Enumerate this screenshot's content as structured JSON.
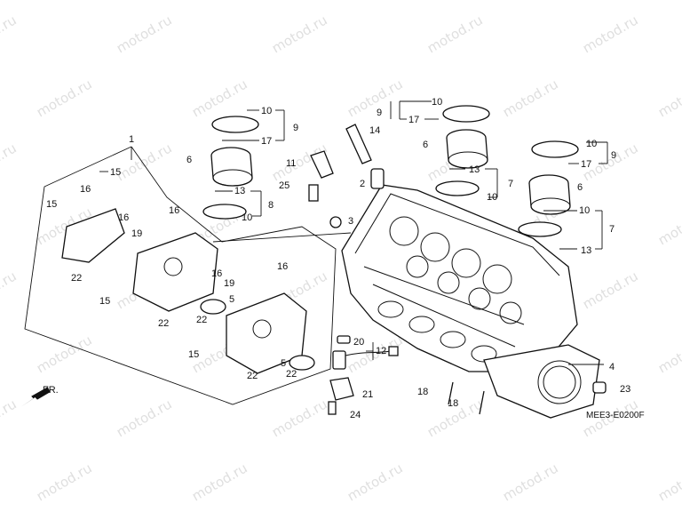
{
  "watermark": "motod.ru",
  "diagram_code": "MEE3-E0200F",
  "front_marker": "FR.",
  "callouts": [
    {
      "id": "c1",
      "text": "1"
    },
    {
      "id": "c2",
      "text": "2"
    },
    {
      "id": "c3",
      "text": "3"
    },
    {
      "id": "c4",
      "text": "4"
    },
    {
      "id": "c5a",
      "text": "5"
    },
    {
      "id": "c5b",
      "text": "5"
    },
    {
      "id": "c6a",
      "text": "6"
    },
    {
      "id": "c6b",
      "text": "6"
    },
    {
      "id": "c6c",
      "text": "6"
    },
    {
      "id": "c7a",
      "text": "7"
    },
    {
      "id": "c7b",
      "text": "7"
    },
    {
      "id": "c8",
      "text": "8"
    },
    {
      "id": "c9a",
      "text": "9"
    },
    {
      "id": "c9b",
      "text": "9"
    },
    {
      "id": "c9c",
      "text": "9"
    },
    {
      "id": "c10a",
      "text": "10"
    },
    {
      "id": "c10b",
      "text": "10"
    },
    {
      "id": "c10c",
      "text": "10"
    },
    {
      "id": "c10d",
      "text": "10"
    },
    {
      "id": "c10e",
      "text": "10"
    },
    {
      "id": "c10f",
      "text": "10"
    },
    {
      "id": "c11",
      "text": "11"
    },
    {
      "id": "c12",
      "text": "12"
    },
    {
      "id": "c13a",
      "text": "13"
    },
    {
      "id": "c13b",
      "text": "13"
    },
    {
      "id": "c13c",
      "text": "13"
    },
    {
      "id": "c14",
      "text": "14"
    },
    {
      "id": "c15a",
      "text": "15"
    },
    {
      "id": "c15b",
      "text": "15"
    },
    {
      "id": "c15c",
      "text": "15"
    },
    {
      "id": "c15d",
      "text": "15"
    },
    {
      "id": "c16a",
      "text": "16"
    },
    {
      "id": "c16b",
      "text": "16"
    },
    {
      "id": "c16c",
      "text": "16"
    },
    {
      "id": "c16d",
      "text": "16"
    },
    {
      "id": "c16e",
      "text": "16"
    },
    {
      "id": "c17a",
      "text": "17"
    },
    {
      "id": "c17b",
      "text": "17"
    },
    {
      "id": "c17c",
      "text": "17"
    },
    {
      "id": "c18a",
      "text": "18"
    },
    {
      "id": "c18b",
      "text": "18"
    },
    {
      "id": "c19a",
      "text": "19"
    },
    {
      "id": "c19b",
      "text": "19"
    },
    {
      "id": "c20",
      "text": "20"
    },
    {
      "id": "c21",
      "text": "21"
    },
    {
      "id": "c22a",
      "text": "22"
    },
    {
      "id": "c22b",
      "text": "22"
    },
    {
      "id": "c22c",
      "text": "22"
    },
    {
      "id": "c22d",
      "text": "22"
    },
    {
      "id": "c22e",
      "text": "22"
    },
    {
      "id": "c23",
      "text": "23"
    },
    {
      "id": "c24",
      "text": "24"
    },
    {
      "id": "c25",
      "text": "25"
    }
  ]
}
